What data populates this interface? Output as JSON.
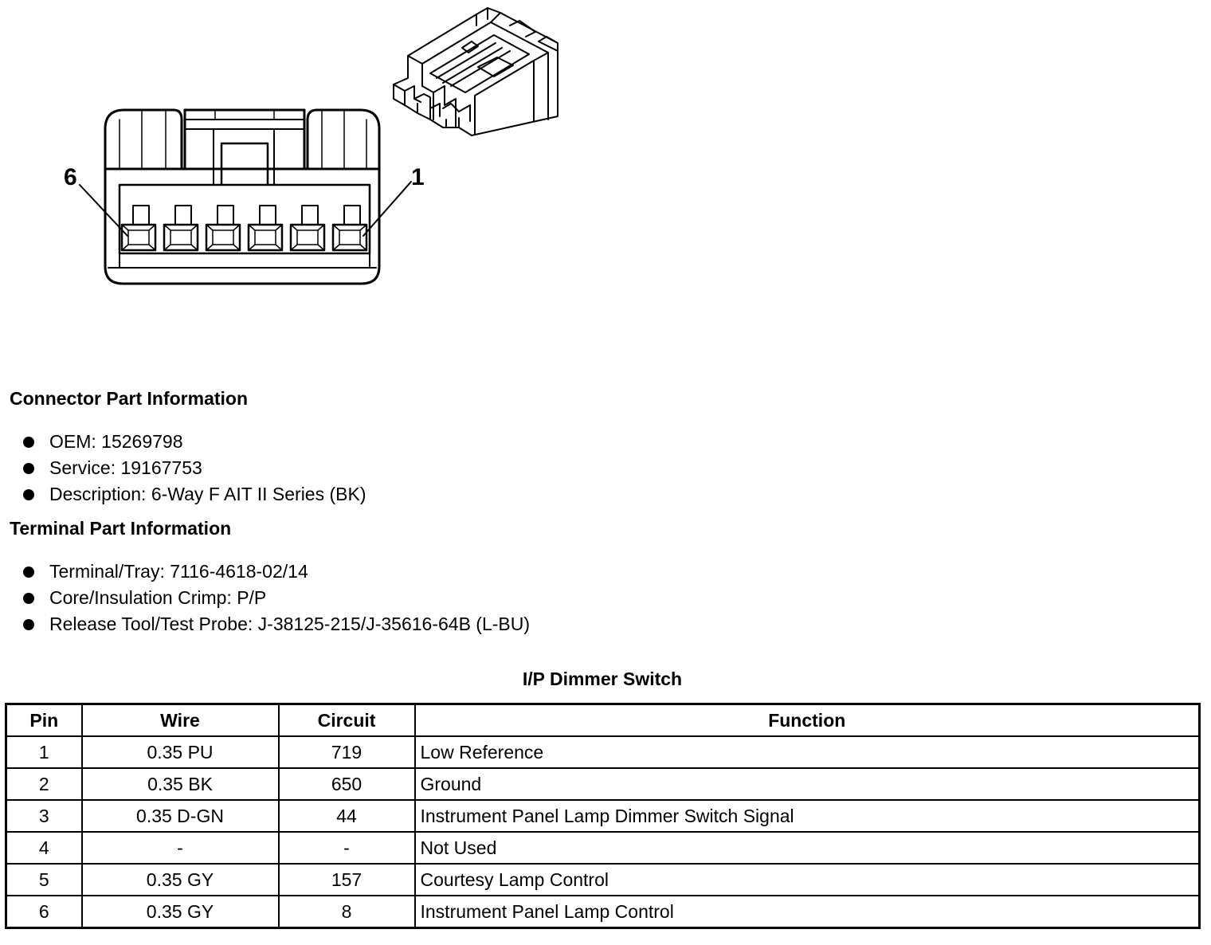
{
  "connector_diagram": {
    "pin_labels": {
      "left": "6",
      "right": "1"
    }
  },
  "connector_part_info": {
    "heading": "Connector Part Information",
    "items": [
      "OEM: 15269798",
      "Service: 19167753",
      "Description: 6-Way F AIT II Series (BK)"
    ]
  },
  "terminal_part_info": {
    "heading": "Terminal Part Information",
    "items": [
      "Terminal/Tray: 7116-4618-02/14",
      "Core/Insulation Crimp: P/P",
      "Release Tool/Test Probe: J-38125-215/J-35616-64B (L-BU)"
    ]
  },
  "pin_table": {
    "title": "I/P Dimmer Switch",
    "headers": [
      "Pin",
      "Wire",
      "Circuit",
      "Function"
    ],
    "rows": [
      [
        "1",
        "0.35 PU",
        "719",
        "Low Reference"
      ],
      [
        "2",
        "0.35 BK",
        "650",
        "Ground"
      ],
      [
        "3",
        "0.35 D-GN",
        "44",
        "Instrument Panel Lamp Dimmer Switch Signal"
      ],
      [
        "4",
        "-",
        "-",
        "Not Used"
      ],
      [
        "5",
        "0.35 GY",
        "157",
        "Courtesy Lamp Control"
      ],
      [
        "6",
        "0.35 GY",
        "8",
        "Instrument Panel Lamp Control"
      ]
    ]
  }
}
